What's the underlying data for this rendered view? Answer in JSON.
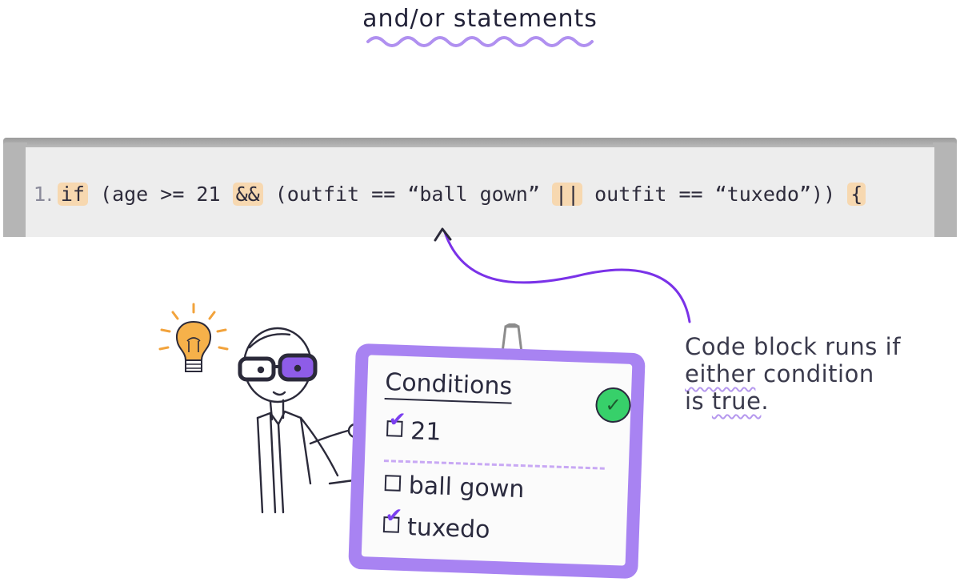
{
  "title": "and/or statements",
  "code": {
    "line_number": "1.",
    "tokens": {
      "kw_if": "if",
      "t1": " (age >= 21 ",
      "op_and": "&&",
      "t2": " (outfit == “ball gown” ",
      "op_or": "||",
      "t3": " outfit == “tuxedo”)) ",
      "brace": "{"
    }
  },
  "annotation": {
    "line1": "Code block runs if",
    "word_either": "either",
    "line2_rest": " condition",
    "line3_pre": "is ",
    "word_true": "true",
    "line3_post": "."
  },
  "conditions": {
    "heading": "Conditions",
    "items": [
      {
        "label": "21",
        "checked": true
      },
      {
        "label": "ball gown",
        "checked": false
      },
      {
        "label": "tuxedo",
        "checked": true
      }
    ]
  },
  "colors": {
    "accent_purple": "#a883f2",
    "highlight_orange": "#f7d8b0",
    "check_green": "#37d06a"
  }
}
